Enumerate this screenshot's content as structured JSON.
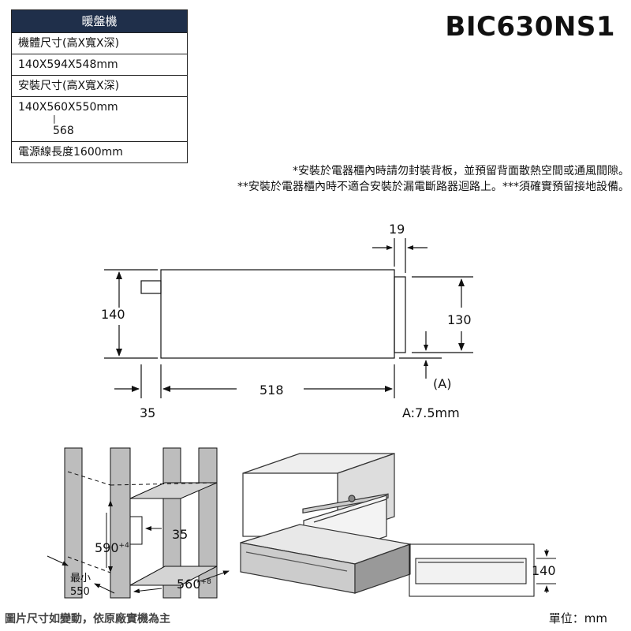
{
  "spec_table": {
    "header": "暖盤機",
    "rows": [
      "機體尺寸(高X寬X深)",
      "140X594X548mm",
      "安裝尺寸(高X寬X深)",
      "140X560X550mm",
      "568",
      "電源線長度1600mm"
    ],
    "range_bar": "|"
  },
  "model": "BIC630NS1",
  "notes": [
    "*安裝於電器櫃內時請勿封裝背板，並預留背面散熱空間或通風間隙。",
    "**安裝於電器櫃內時不適合安裝於漏電斷路器迴路上。***須確實預留接地設備。"
  ],
  "side_view": {
    "height": "140",
    "front_height": "130",
    "front_depth": "19",
    "body_depth": "518",
    "rear_offset": "35",
    "gap_label": "(A)",
    "gap_value": "A:7.5mm"
  },
  "cabinet": {
    "height": "590",
    "height_tol": "+4",
    "offset": "35",
    "width": "560",
    "width_tol": "+8",
    "depth_prefix": "最小",
    "depth": "550"
  },
  "detail": {
    "height": "140"
  },
  "footer": {
    "disclaimer": "圖片尺寸如變動，依原廠實機為主",
    "unit": "單位：mm"
  }
}
